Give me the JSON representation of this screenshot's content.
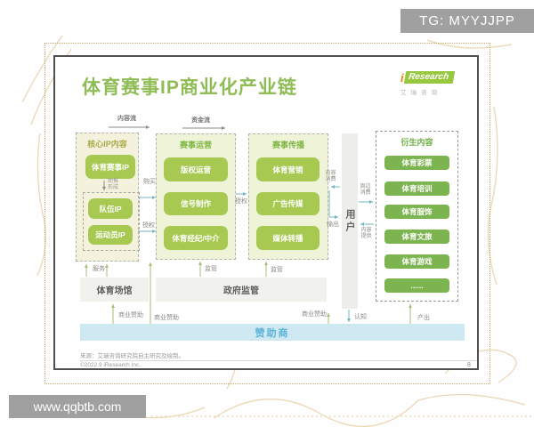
{
  "watermarks": {
    "tg": "TG: MYYJJPP",
    "site": "www.qqbtb.com"
  },
  "slide": {
    "title": "体育赛事IP商业化产业链",
    "logo": {
      "i": "i",
      "research": "Research",
      "cn": "艾瑞咨询"
    },
    "flows": {
      "content": "内容流",
      "capital": "资金流"
    },
    "columns": {
      "core": {
        "header": "核心IP内容",
        "main_box": "体育赛事IP",
        "mini_labels": [
          "助推",
          "形成"
        ],
        "sub_boxes": [
          "队伍IP",
          "运动员IP"
        ]
      },
      "operation": {
        "header": "赛事运营",
        "boxes": [
          "版权运营",
          "信号制作",
          "体育经纪/中介"
        ]
      },
      "broadcast": {
        "header": "赛事传播",
        "boxes": [
          "体育营销",
          "广告传媒",
          "媒体转播"
        ]
      },
      "user": {
        "label": "用户"
      },
      "derivative": {
        "header": "衍生内容",
        "boxes": [
          "体育彩票",
          "体育培训",
          "体育服饰",
          "体育文旅",
          "体育游戏",
          "......"
        ]
      }
    },
    "connectors": {
      "buy": "购买",
      "license1": "授权",
      "license2": "授权",
      "content_consume": "内容消费",
      "output": "输出",
      "peripheral_consume": "周边消费",
      "content_provide": "内容提供",
      "service": "服务",
      "regulate1": "监管",
      "regulate2": "监管",
      "sponsor1": "商业赞助",
      "sponsor2": "商业赞助",
      "sponsor3": "商业赞助",
      "cognition": "认知",
      "produce": "产出"
    },
    "bottom": {
      "venue": "体育场馆",
      "government": "政府监管",
      "sponsor_bar": "赞助商"
    },
    "footer": {
      "source": "来源：艾瑞咨询研究院自主研究及绘制。",
      "copyright": "©2022.9 iResearch Inc.",
      "page": "8"
    }
  },
  "colors": {
    "title_green": "#8fbc56",
    "box_green": "#a7c952",
    "derivative_green": "#7cb450",
    "panel_cream": "#f4f1dd",
    "panel_light_green": "#eff3d8",
    "gray_box": "#f1f1ee",
    "sponsor_bar_bg": "#cfe9f3",
    "sponsor_bar_text": "#5cb3d8",
    "frame_gold": "#c8a36a",
    "watermark_gray": "#a0a0a0",
    "logo_green": "#97c83e",
    "logo_orange": "#f07f13"
  }
}
